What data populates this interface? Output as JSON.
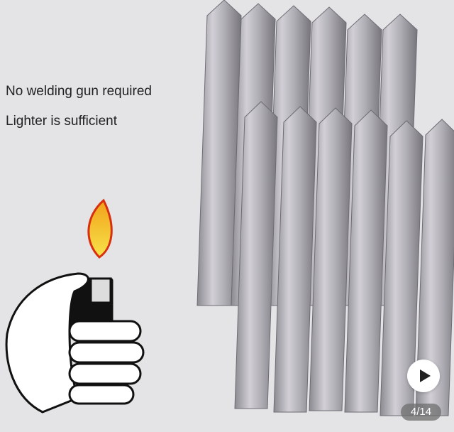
{
  "image": {
    "caption_line1": "No welding gun required",
    "caption_line2": "Lighter is sufficient"
  },
  "carousel": {
    "counter": "4/14",
    "play_icon": "play-icon"
  }
}
